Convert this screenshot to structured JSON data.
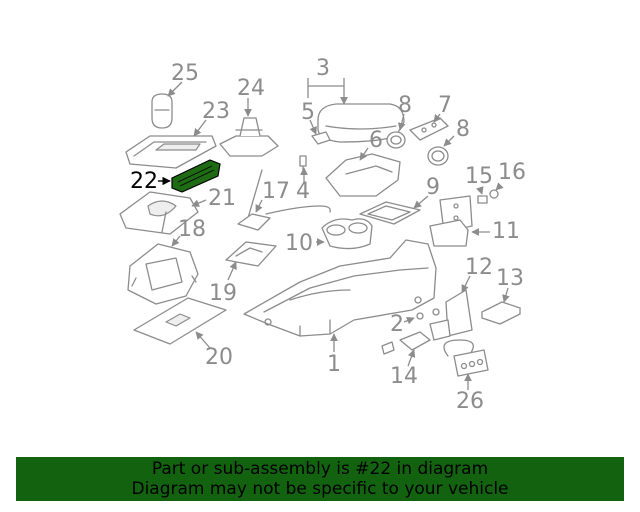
{
  "callouts": {
    "n1": "1",
    "n2": "2",
    "n3": "3",
    "n4": "4",
    "n5": "5",
    "n6": "6",
    "n7": "7",
    "n8a": "8",
    "n8b": "8",
    "n9": "9",
    "n10": "10",
    "n11": "11",
    "n12": "12",
    "n13": "13",
    "n14": "14",
    "n15": "15",
    "n16": "16",
    "n17": "17",
    "n18": "18",
    "n19": "19",
    "n20": "20",
    "n21": "21",
    "n22": "22",
    "n23": "23",
    "n24": "24",
    "n25": "25",
    "n26": "26"
  },
  "highlighted_part": "22",
  "colors": {
    "line": "#8c8c8c",
    "highlight_fill": "#1e6b14",
    "banner_bg": "#126210",
    "banner_text": "#000000"
  },
  "banner": {
    "line1": "Part or sub-assembly is #22 in diagram",
    "line2": "Diagram may not be specific to your vehicle"
  }
}
